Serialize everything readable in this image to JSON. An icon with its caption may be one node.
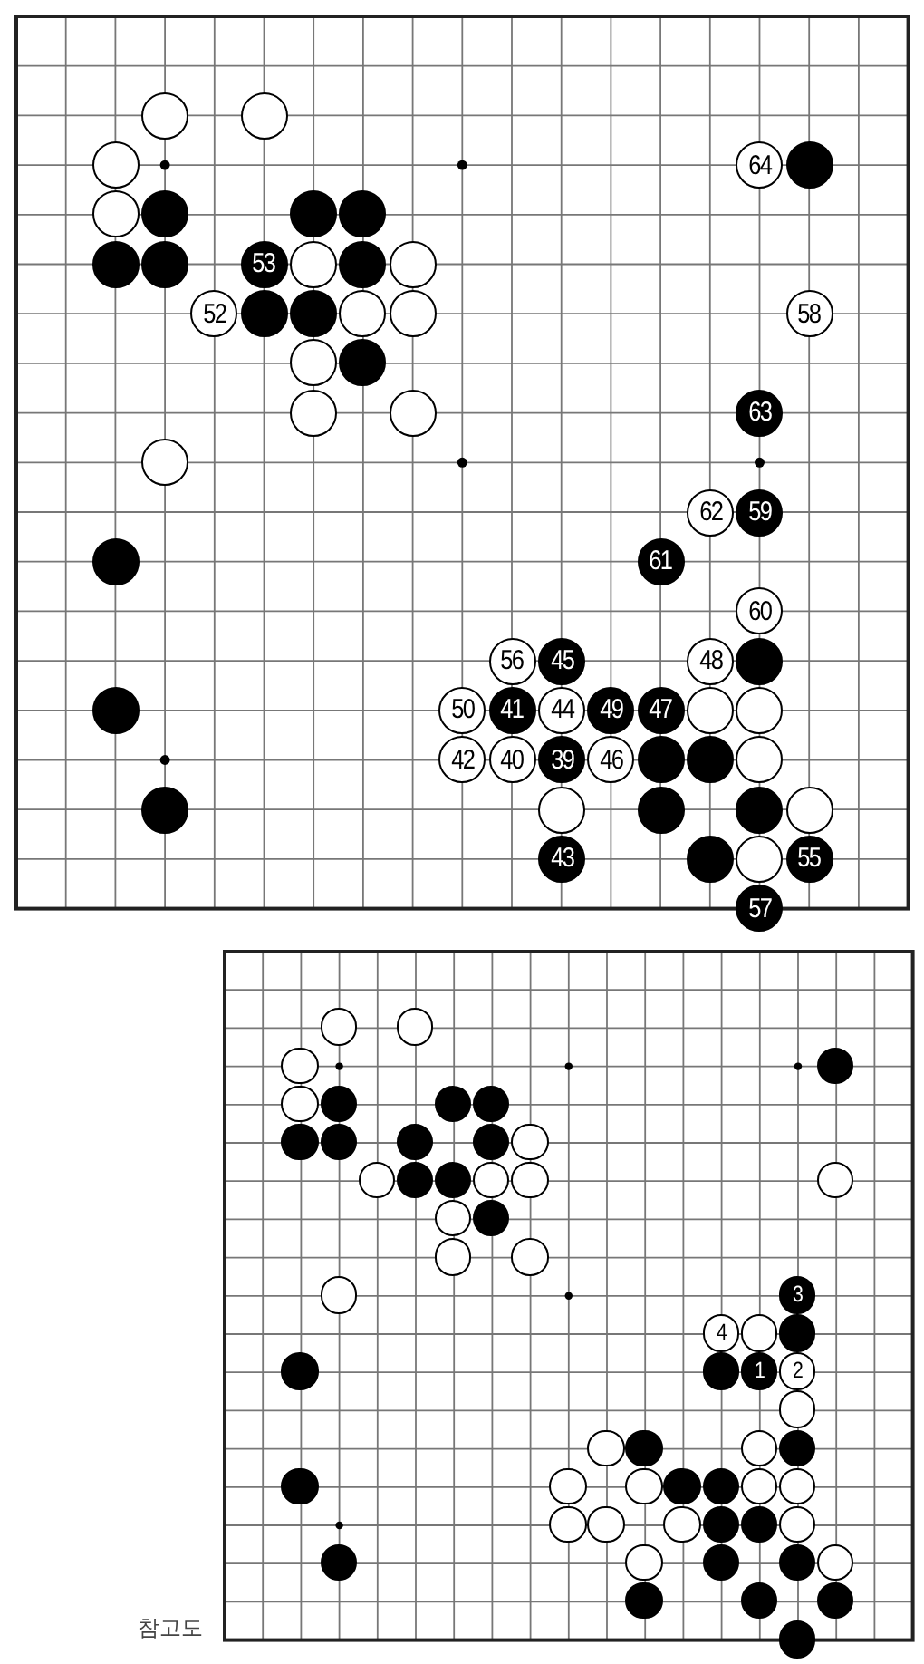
{
  "diagram": {
    "nodes": [
      {
        "text": [],
        "shape": "box"
      },
      {
        "text": [],
        "shape": "circle",
        "in": 0
      },
      {
        "text": [],
        "shape": "circle",
        "in": 0
      },
      {
        "text": [],
        "shape": "circle",
        "in": 0
      },
      {
        "text": [
          "64"
        ],
        "in": 0
      },
      {
        "text": [],
        "shape": "circle",
        "in": 0
      },
      {
        "text": [],
        "shape": "circle",
        "in": 0
      },
      {
        "text": [],
        "shape": "circle",
        "in": 0
      },
      {
        "text": [],
        "shape": "circle",
        "in": 0
      },
      {
        "text": [],
        "shape": "circle",
        "in": 0
      },
      {
        "text": [],
        "shape": "circle",
        "in": 0
      },
      {
        "text": [],
        "shape": "circle",
        "in": 0
      },
      {
        "text": [
          "53"
        ],
        "in": 0
      },
      {
        "text": [],
        "shape": "circle",
        "in": 0
      },
      {
        "text": [],
        "shape": "circle",
        "in": 0
      },
      {
        "text": [],
        "shape": "circle",
        "in": 0
      },
      {
        "text": [
          "52"
        ],
        "in": 0
      },
      {
        "text": [],
        "shape": "circle",
        "in": 0
      },
      {
        "text": [],
        "shape": "circle",
        "in": 0
      },
      {
        "text": [],
        "shape": "circle",
        "in": 0
      },
      {
        "text": [],
        "shape": "circle",
        "in": 0
      },
      {
        "text": [
          "58"
        ],
        "in": 0
      },
      {
        "text": [],
        "shape": "circle",
        "in": 0
      },
      {
        "text": [],
        "shape": "circle",
        "in": 0
      },
      {
        "text": [],
        "shape": "circle",
        "in": 0
      },
      {
        "text": [],
        "shape": "circle",
        "in": 0
      },
      {
        "text": [
          "63"
        ],
        "in": 0
      },
      {
        "text": [],
        "shape": "circle",
        "in": 0
      },
      {
        "text": [
          "62"
        ],
        "in": 0
      },
      {
        "text": [
          "59"
        ],
        "in": 0
      },
      {
        "text": [],
        "shape": "circle",
        "in": 0
      },
      {
        "text": [
          "61"
        ],
        "in": 0
      },
      {
        "text": [
          "60"
        ],
        "in": 0
      },
      {
        "text": [
          "56"
        ],
        "in": 0
      },
      {
        "text": [
          "45"
        ],
        "in": 0
      },
      {
        "text": [
          "48"
        ],
        "in": 0
      },
      {
        "text": [],
        "shape": "circle",
        "in": 0
      },
      {
        "text": [],
        "shape": "circle",
        "in": 0
      },
      {
        "text": [
          "50"
        ],
        "in": 0
      },
      {
        "text": [
          "41"
        ],
        "in": 0
      },
      {
        "text": [
          "44"
        ],
        "in": 0
      },
      {
        "text": [
          "49"
        ],
        "in": 0
      },
      {
        "text": [
          "47"
        ],
        "in": 0
      },
      {
        "text": [],
        "shape": "circle",
        "in": 0
      },
      {
        "text": [],
        "shape": "circle",
        "in": 0
      },
      {
        "text": [
          "42"
        ],
        "in": 0
      },
      {
        "text": [
          "40"
        ],
        "in": 0
      },
      {
        "text": [
          "39"
        ],
        "in": 0
      },
      {
        "text": [
          "46"
        ],
        "in": 0
      },
      {
        "text": [],
        "shape": "circle",
        "in": 0
      },
      {
        "text": [],
        "shape": "circle",
        "in": 0
      },
      {
        "text": [],
        "shape": "circle",
        "in": 0
      },
      {
        "text": [],
        "shape": "circle",
        "in": 0
      },
      {
        "text": [],
        "shape": "circle",
        "in": 0
      },
      {
        "text": [],
        "shape": "circle",
        "in": 0
      },
      {
        "text": [],
        "shape": "circle",
        "in": 0
      },
      {
        "text": [],
        "shape": "circle",
        "in": 0
      },
      {
        "text": [
          "43"
        ],
        "in": 0
      },
      {
        "text": [],
        "shape": "circle",
        "in": 0
      },
      {
        "text": [],
        "shape": "circle",
        "in": 0
      },
      {
        "text": [
          "55"
        ],
        "in": 0
      },
      {
        "text": [
          "57"
        ],
        "in": 0
      },
      {
        "text": [],
        "shape": "box",
        "beside": [
          "참고도"
        ]
      },
      {
        "text": [],
        "shape": "circle",
        "in": 62
      },
      {
        "text": [],
        "shape": "circle",
        "in": 62
      },
      {
        "text": [],
        "shape": "circle",
        "in": 62
      },
      {
        "text": [],
        "shape": "circle",
        "in": 62
      },
      {
        "text": [],
        "shape": "circle",
        "in": 62
      },
      {
        "text": [],
        "shape": "circle",
        "in": 62
      },
      {
        "text": [],
        "shape": "circle",
        "in": 62
      },
      {
        "text": [],
        "shape": "circle",
        "in": 62
      },
      {
        "text": [],
        "shape": "circle",
        "in": 62
      },
      {
        "text": [],
        "shape": "circle",
        "in": 62
      },
      {
        "text": [],
        "shape": "circle",
        "in": 62
      },
      {
        "text": [],
        "shape": "circle",
        "in": 62
      },
      {
        "text": [],
        "shape": "circle",
        "in": 62
      },
      {
        "text": [],
        "shape": "circle",
        "in": 62
      },
      {
        "text": [],
        "shape": "circle",
        "in": 62
      },
      {
        "text": [],
        "shape": "circle",
        "in": 62
      },
      {
        "text": [],
        "shape": "circle",
        "in": 62
      },
      {
        "text": [],
        "shape": "circle",
        "in": 62
      },
      {
        "text": [],
        "shape": "circle",
        "in": 62
      },
      {
        "text": [],
        "shape": "circle",
        "in": 62
      },
      {
        "text": [],
        "shape": "circle",
        "in": 62
      },
      {
        "text": [],
        "shape": "circle",
        "in": 62
      },
      {
        "text": [],
        "shape": "circle",
        "in": 62
      },
      {
        "text": [],
        "shape": "circle",
        "in": 62
      },
      {
        "text": [
          "3"
        ],
        "in": 62
      },
      {
        "text": [
          "4"
        ],
        "in": 62
      },
      {
        "text": [],
        "shape": "circle",
        "in": 62
      },
      {
        "text": [],
        "shape": "circle",
        "in": 62
      },
      {
        "text": [],
        "shape": "circle",
        "in": 62
      },
      {
        "text": [],
        "shape": "circle",
        "in": 62
      },
      {
        "text": [
          "1"
        ],
        "in": 62
      },
      {
        "text": [
          "2"
        ],
        "in": 62
      },
      {
        "text": [],
        "shape": "circle",
        "in": 62
      },
      {
        "text": [],
        "shape": "circle",
        "in": 62
      },
      {
        "text": [],
        "shape": "circle",
        "in": 62
      },
      {
        "text": [],
        "shape": "circle",
        "in": 62
      },
      {
        "text": [],
        "shape": "circle",
        "in": 62
      },
      {
        "text": [],
        "shape": "circle",
        "in": 62
      },
      {
        "text": [],
        "shape": "circle",
        "in": 62
      },
      {
        "text": [],
        "shape": "circle",
        "in": 62
      },
      {
        "text": [],
        "shape": "circle",
        "in": 62
      },
      {
        "text": [],
        "shape": "circle",
        "in": 62
      },
      {
        "text": [],
        "shape": "circle",
        "in": 62
      },
      {
        "text": [],
        "shape": "circle",
        "in": 62
      },
      {
        "text": [],
        "shape": "circle",
        "in": 62
      },
      {
        "text": [],
        "shape": "circle",
        "in": 62
      },
      {
        "text": [],
        "shape": "circle",
        "in": 62
      },
      {
        "text": [],
        "shape": "circle",
        "in": 62
      },
      {
        "text": [],
        "shape": "circle",
        "in": 62
      },
      {
        "text": [],
        "shape": "circle",
        "in": 62
      },
      {
        "text": [],
        "shape": "circle",
        "in": 62
      },
      {
        "text": [],
        "shape": "circle",
        "in": 62
      },
      {
        "text": [],
        "shape": "circle",
        "in": 62
      },
      {
        "text": [],
        "shape": "circle",
        "in": 62
      },
      {
        "text": [],
        "shape": "circle",
        "in": 62
      },
      {
        "text": [],
        "shape": "circle",
        "in": 62
      },
      {
        "text": [],
        "shape": "circle",
        "in": 62
      },
      {
        "text": [],
        "shape": "circle",
        "in": 62
      },
      {
        "text": [],
        "shape": "circle",
        "in": 62
      }
    ]
  }
}
